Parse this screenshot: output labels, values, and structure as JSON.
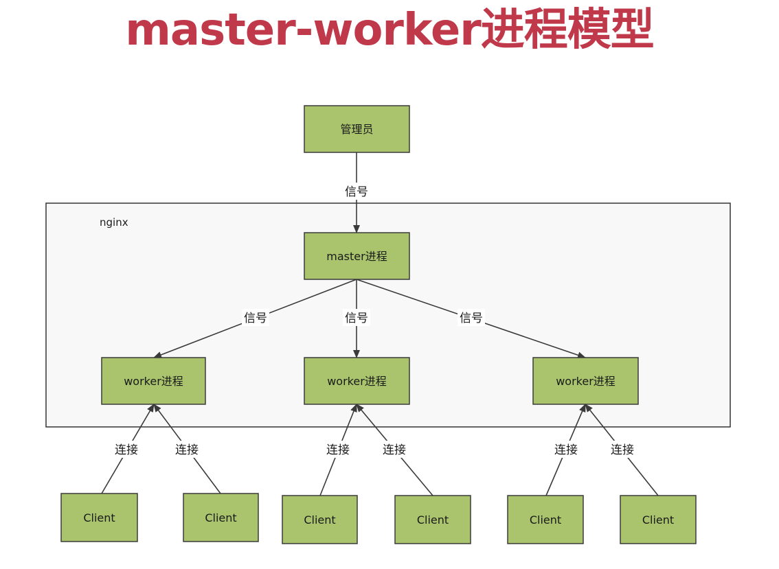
{
  "title": "master-worker进程模型",
  "colors": {
    "title": "#c0394a",
    "box_fill": "#a9c46c",
    "box_border": "#3a3a3a",
    "container_fill": "#f8f8f8",
    "container_border": "#333333",
    "line": "#3a3a3a",
    "edge_label_bg": "#ffffff"
  },
  "container": {
    "label": "nginx"
  },
  "nodes": [
    {
      "id": "admin",
      "label": "管理员"
    },
    {
      "id": "master",
      "label": "master进程"
    },
    {
      "id": "worker1",
      "label": "worker进程"
    },
    {
      "id": "worker2",
      "label": "worker进程"
    },
    {
      "id": "worker3",
      "label": "worker进程"
    },
    {
      "id": "client1",
      "label": "Client"
    },
    {
      "id": "client2",
      "label": "Client"
    },
    {
      "id": "client3",
      "label": "Client"
    },
    {
      "id": "client4",
      "label": "Client"
    },
    {
      "id": "client5",
      "label": "Client"
    },
    {
      "id": "client6",
      "label": "Client"
    }
  ],
  "edges": [
    {
      "from": "admin",
      "to": "master",
      "label": "信号"
    },
    {
      "from": "master",
      "to": "worker1",
      "label": "信号"
    },
    {
      "from": "master",
      "to": "worker2",
      "label": "信号"
    },
    {
      "from": "master",
      "to": "worker3",
      "label": "信号"
    },
    {
      "from": "client1",
      "to": "worker1",
      "label": "连接"
    },
    {
      "from": "client2",
      "to": "worker1",
      "label": "连接"
    },
    {
      "from": "client3",
      "to": "worker2",
      "label": "连接"
    },
    {
      "from": "client4",
      "to": "worker2",
      "label": "连接"
    },
    {
      "from": "client5",
      "to": "worker3",
      "label": "连接"
    },
    {
      "from": "client6",
      "to": "worker3",
      "label": "连接"
    }
  ]
}
